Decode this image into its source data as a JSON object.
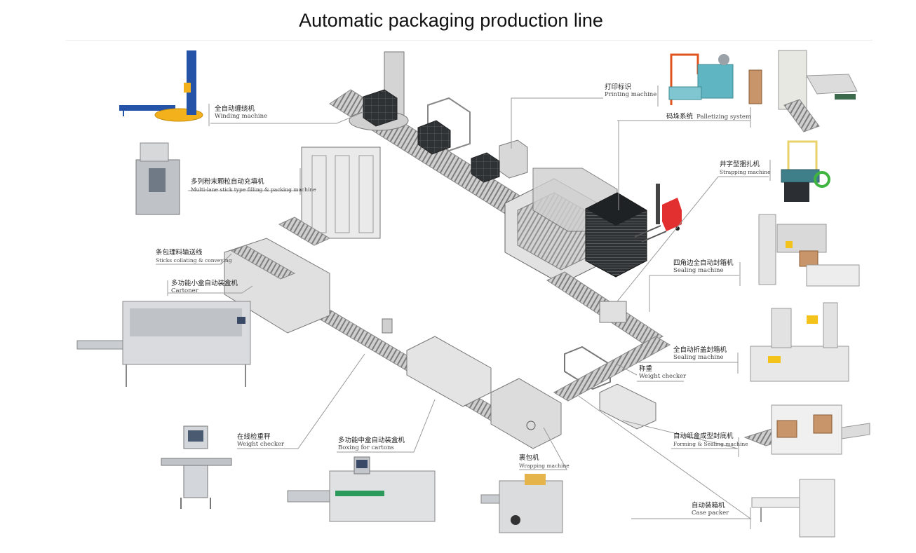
{
  "title": "Automatic packaging production line",
  "colors": {
    "line_gray": "#9a9a9a",
    "frame_gray": "#d4d4d4",
    "dark_box": "#2e3234",
    "machine_blue": "#2453a8",
    "machine_yellow": "#f3b21b",
    "machine_teal": "#5fb6c2",
    "forklift_red": "#e23030",
    "carton_brown": "#c8956a"
  },
  "labels": [
    {
      "id": "winding",
      "zh": "全自动缠绕机",
      "en": "Winding machine"
    },
    {
      "id": "stick-filling",
      "zh": "多列粉末颗粒自动充填机",
      "en": "Multi-lane stick type filling & packing machine"
    },
    {
      "id": "sticks-collating",
      "zh": "条包理料输送线",
      "en": "Sticks collating & conveying"
    },
    {
      "id": "cartoner",
      "zh": "多功能小盒自动装盒机",
      "en": "Cartoner"
    },
    {
      "id": "printing",
      "zh": "打印标识",
      "en": "Printing machine"
    },
    {
      "id": "palletizing",
      "zh": "码垛系统",
      "en": "Palletizing system"
    },
    {
      "id": "strapping",
      "zh": "井字型捆扎机",
      "en": "Strapping machine"
    },
    {
      "id": "sealing-4corner",
      "zh": "四角边全自动封箱机",
      "en": "Sealing machine"
    },
    {
      "id": "sealing-fold",
      "zh": "全自动折盖封箱机",
      "en": "Sealing machine"
    },
    {
      "id": "weight-checker-line",
      "zh": "称重",
      "en": "Weight checker"
    },
    {
      "id": "forming-sealing",
      "zh": "自动纸盒成型封底机",
      "en": "Forming & Sealing machine"
    },
    {
      "id": "case-packer",
      "zh": "自动装箱机",
      "en": "Case packer"
    },
    {
      "id": "weight-checker-online",
      "zh": "在线检重秤",
      "en": "Weight checker"
    },
    {
      "id": "boxing-cartons",
      "zh": "多功能中盒自动装盒机",
      "en": "Boxing for cartons"
    },
    {
      "id": "wrapping",
      "zh": "裹包机",
      "en": "Wrapping machine"
    }
  ],
  "machines": [
    {
      "id": "winding-photo",
      "icon": "winding-machine-icon"
    },
    {
      "id": "stick-filling-photo",
      "icon": "stick-filling-machine-icon"
    },
    {
      "id": "cartoner-photo",
      "icon": "cartoner-machine-icon"
    },
    {
      "id": "weight-checker-photo",
      "icon": "weight-checker-icon"
    },
    {
      "id": "boxing-cartons-photo",
      "icon": "boxing-machine-icon"
    },
    {
      "id": "wrapping-photo",
      "icon": "wrapping-machine-icon"
    },
    {
      "id": "printing-photo",
      "icon": "printing-machine-icon"
    },
    {
      "id": "palletizing-photo",
      "icon": "palletizing-system-icon"
    },
    {
      "id": "strapping-photo",
      "icon": "strapping-machine-icon"
    },
    {
      "id": "sealing-4corner-photo",
      "icon": "sealing-machine-icon"
    },
    {
      "id": "sealing-fold-photo",
      "icon": "sealing-machine-icon"
    },
    {
      "id": "forming-sealing-photo",
      "icon": "forming-machine-icon"
    },
    {
      "id": "case-packer-photo",
      "icon": "case-packer-icon"
    }
  ]
}
